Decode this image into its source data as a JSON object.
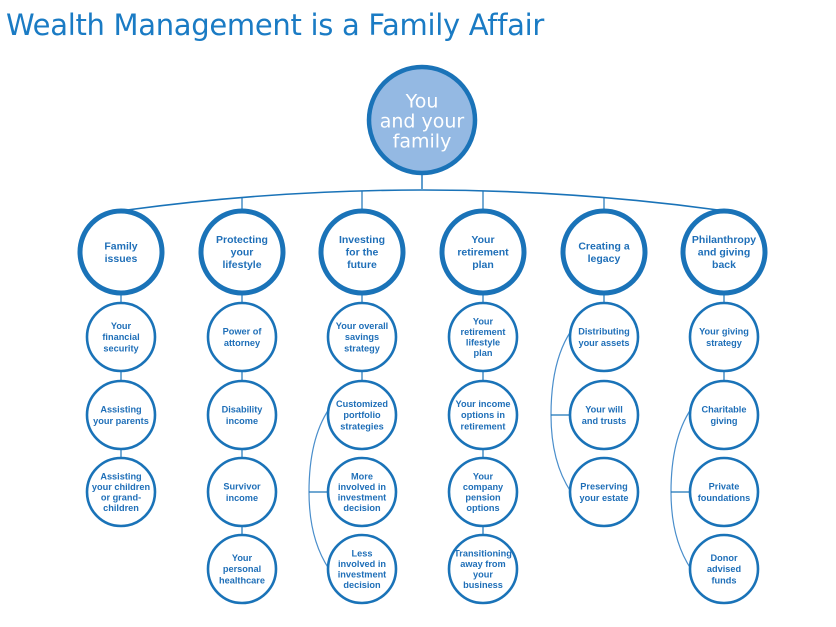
{
  "title": "Wealth Management is a Family Affair",
  "colors": {
    "primary": "#1a73b8",
    "root_fill": "#94b9e3",
    "bracket": "#4a8ecb",
    "text": "#1f6fb8"
  },
  "root": {
    "lines": [
      "You",
      "and your",
      "family"
    ]
  },
  "columns": [
    {
      "id": "family-issues",
      "label": [
        "Family",
        "issues"
      ],
      "bracket": null,
      "items": [
        [
          "Your",
          "financial",
          "security"
        ],
        [
          "Assisting",
          "your parents"
        ],
        [
          "Assisting",
          "your children",
          "or grand-",
          "children"
        ]
      ]
    },
    {
      "id": "protecting-your-lifestyle",
      "label": [
        "Protecting",
        "your",
        "lifestyle"
      ],
      "bracket": null,
      "items": [
        [
          "Power of",
          "attorney"
        ],
        [
          "Disability",
          "income"
        ],
        [
          "Survivor",
          "income"
        ],
        [
          "Your",
          "personal",
          "healthcare"
        ]
      ]
    },
    {
      "id": "investing-for-the-future",
      "label": [
        "Investing",
        "for the",
        "future"
      ],
      "bracket": {
        "from": 1,
        "to": 3
      },
      "items": [
        [
          "Your overall",
          "savings",
          "strategy"
        ],
        [
          "Customized",
          "portfolio",
          "strategies"
        ],
        [
          "More",
          "involved in",
          "investment",
          "decision"
        ],
        [
          "Less",
          "involved in",
          "investment",
          "decision"
        ]
      ]
    },
    {
      "id": "your-retirement-plan",
      "label": [
        "Your",
        "retirement",
        "plan"
      ],
      "bracket": null,
      "items": [
        [
          "Your",
          "retirement",
          "lifestyle",
          "plan"
        ],
        [
          "Your income",
          "options in",
          "retirement"
        ],
        [
          "Your",
          "company",
          "pension",
          "options"
        ],
        [
          "Transitioning",
          "away from",
          "your",
          "business"
        ]
      ]
    },
    {
      "id": "creating-a-legacy",
      "label": [
        "Creating a",
        "legacy"
      ],
      "bracket": {
        "from": 0,
        "to": 2
      },
      "items": [
        [
          "Distributing",
          "your assets"
        ],
        [
          "Your will",
          "and trusts"
        ],
        [
          "Preserving",
          "your estate"
        ]
      ]
    },
    {
      "id": "philanthropy-and-giving-back",
      "label": [
        "Philanthropy",
        "and giving",
        "back"
      ],
      "bracket": {
        "from": 1,
        "to": 3
      },
      "items": [
        [
          "Your giving",
          "strategy"
        ],
        [
          "Charitable",
          "giving"
        ],
        [
          "Private",
          "foundations"
        ],
        [
          "Donor",
          "advised",
          "funds"
        ]
      ]
    }
  ]
}
